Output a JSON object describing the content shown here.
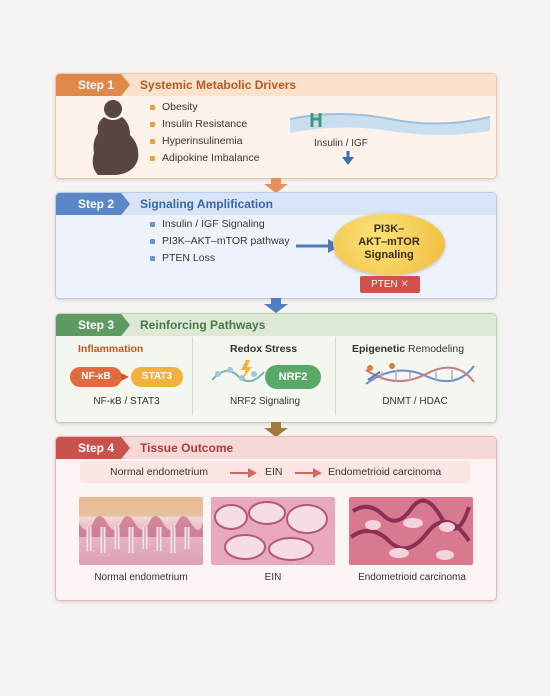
{
  "step1": {
    "tag": "Step 1",
    "title": "Systemic Metabolic Drivers",
    "bullets": [
      "Obesity",
      "Insulin Resistance",
      "Hyperinsulinemia",
      "Adipokine Imbalance"
    ],
    "receptor_label": "Insulin / IGF"
  },
  "step2": {
    "tag": "Step 2",
    "title": "Signaling Amplification",
    "bullets": [
      "Insulin / IGF Signaling",
      "PI3K–AKT–mTOR pathway",
      "PTEN Loss"
    ],
    "hub_line1": "PI3K–",
    "hub_line2": "AKT–mTOR",
    "hub_line3": "Signaling",
    "pten_label": "PTEN",
    "pten_mark": "✕"
  },
  "step3": {
    "tag": "Step 3",
    "title": "Reinforcing Pathways",
    "inflammation": {
      "title": "Inflammation",
      "node1": "NF-κB",
      "node2": "STAT3",
      "caption": "NF-κB / STAT3"
    },
    "redox": {
      "title": "Redox Stress",
      "node": "NRF2",
      "caption": "NRF2 Signaling"
    },
    "epigenetic": {
      "title_bold": "Epigenetic",
      "title_rest": " Remodeling",
      "caption": "DNMT / HDAC"
    }
  },
  "step4": {
    "tag": "Step 4",
    "title": "Tissue Outcome",
    "progression": [
      "Normal endometrium",
      "EIN",
      "Endometrioid carcinoma"
    ],
    "captions": [
      "Normal endometrium",
      "EIN",
      "Endometrioid carcinoma"
    ]
  },
  "colors": {
    "step1": "#e0874a",
    "step2": "#5b86c8",
    "step3": "#5f9a63",
    "step4": "#c9524c",
    "pi3k_hub": "#f3c547",
    "pten": "#d24f4c"
  }
}
